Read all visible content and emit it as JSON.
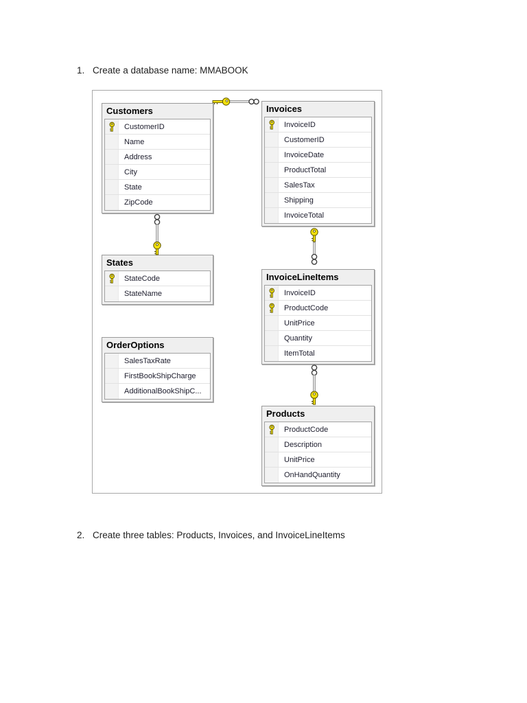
{
  "page": {
    "instructions": [
      {
        "number": "1.",
        "text": "Create a database name: MMABOOK"
      },
      {
        "number": "2.",
        "text": "Create three tables: Products, Invoices, and InvoiceLineItems"
      }
    ]
  },
  "diagram": {
    "tables": [
      {
        "id": "customers",
        "title": "Customers",
        "columns": [
          {
            "name": "CustomerID",
            "pk": true
          },
          {
            "name": "Name",
            "pk": false
          },
          {
            "name": "Address",
            "pk": false
          },
          {
            "name": "City",
            "pk": false
          },
          {
            "name": "State",
            "pk": false
          },
          {
            "name": "ZipCode",
            "pk": false
          }
        ]
      },
      {
        "id": "invoices",
        "title": "Invoices",
        "columns": [
          {
            "name": "InvoiceID",
            "pk": true
          },
          {
            "name": "CustomerID",
            "pk": false
          },
          {
            "name": "InvoiceDate",
            "pk": false
          },
          {
            "name": "ProductTotal",
            "pk": false
          },
          {
            "name": "SalesTax",
            "pk": false
          },
          {
            "name": "Shipping",
            "pk": false
          },
          {
            "name": "InvoiceTotal",
            "pk": false
          }
        ]
      },
      {
        "id": "states",
        "title": "States",
        "columns": [
          {
            "name": "StateCode",
            "pk": true
          },
          {
            "name": "StateName",
            "pk": false
          }
        ]
      },
      {
        "id": "orderoptions",
        "title": "OrderOptions",
        "columns": [
          {
            "name": "SalesTaxRate",
            "pk": false
          },
          {
            "name": "FirstBookShipCharge",
            "pk": false
          },
          {
            "name": "AdditionalBookShipC...",
            "pk": false
          }
        ]
      },
      {
        "id": "invoicelineitems",
        "title": "InvoiceLineItems",
        "columns": [
          {
            "name": "InvoiceID",
            "pk": true
          },
          {
            "name": "ProductCode",
            "pk": true
          },
          {
            "name": "UnitPrice",
            "pk": false
          },
          {
            "name": "Quantity",
            "pk": false
          },
          {
            "name": "ItemTotal",
            "pk": false
          }
        ]
      },
      {
        "id": "products",
        "title": "Products",
        "columns": [
          {
            "name": "ProductCode",
            "pk": true
          },
          {
            "name": "Description",
            "pk": false
          },
          {
            "name": "UnitPrice",
            "pk": false
          },
          {
            "name": "OnHandQuantity",
            "pk": false
          }
        ]
      }
    ],
    "relations": [
      {
        "one": "Customers",
        "many": "Invoices"
      },
      {
        "one": "States",
        "many": "Customers"
      },
      {
        "one": "Invoices",
        "many": "InvoiceLineItems"
      },
      {
        "one": "Products",
        "many": "InvoiceLineItems"
      }
    ],
    "colors": {
      "primary_key_yellow": "#f2e00e",
      "key_outline": "#5c5400",
      "table_window_bg": "#efefef",
      "table_border": "#9a9a9a",
      "connector_gray": "#8f8f8f",
      "frame_border": "#a8a8a8"
    }
  }
}
